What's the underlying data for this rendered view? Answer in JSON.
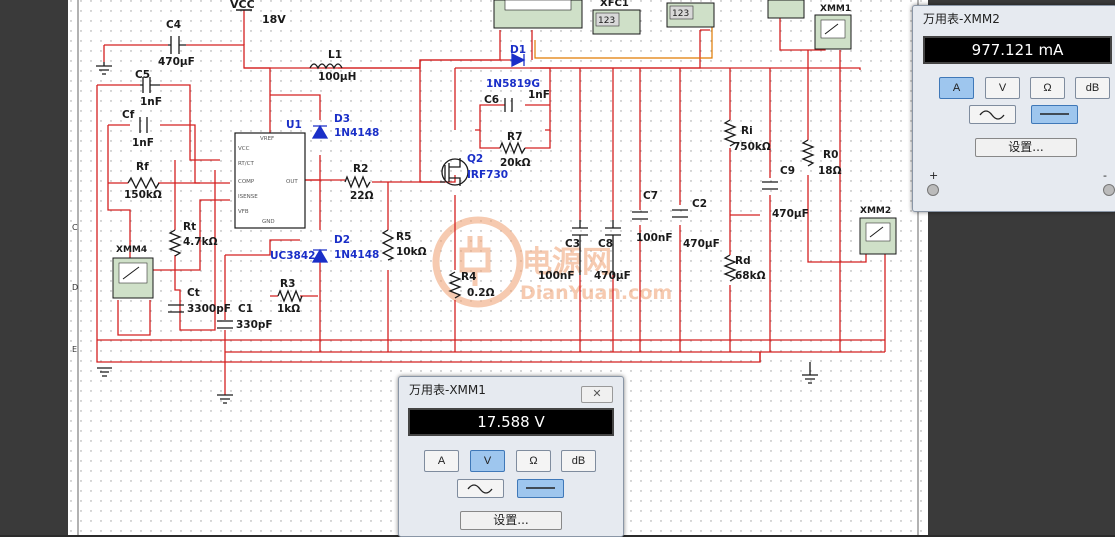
{
  "schematic": {
    "vcc_label": "VCC",
    "vcc_value": "18V",
    "xfc_label": "XFC1",
    "counter_a": "123",
    "counter_b": "123",
    "xmm1_label": "XMM1",
    "xmm2_label": "XMM2",
    "xmm4_label": "XMM4",
    "components": [
      {
        "ref": "C4",
        "value": "470µF"
      },
      {
        "ref": "C5",
        "value": "1nF"
      },
      {
        "ref": "Cf",
        "value": "1nF"
      },
      {
        "ref": "Rf",
        "value": "150kΩ"
      },
      {
        "ref": "Rt",
        "value": "4.7kΩ"
      },
      {
        "ref": "Ct",
        "value": "3300pF"
      },
      {
        "ref": "C1",
        "value": "330pF"
      },
      {
        "ref": "R3",
        "value": "1kΩ"
      },
      {
        "ref": "L1",
        "value": "100µH"
      },
      {
        "ref": "D3",
        "value": "1N4148"
      },
      {
        "ref": "D2",
        "value": "1N4148"
      },
      {
        "ref": "U1",
        "value": "UC3842"
      },
      {
        "ref": "R2",
        "value": "22Ω"
      },
      {
        "ref": "R5",
        "value": "10kΩ"
      },
      {
        "ref": "Q2",
        "value": "IRF730"
      },
      {
        "ref": "R4",
        "value": "0.2Ω"
      },
      {
        "ref": "D1",
        "value": "1N5819G"
      },
      {
        "ref": "C6",
        "value": "1nF"
      },
      {
        "ref": "R7",
        "value": "20kΩ"
      },
      {
        "ref": "C3",
        "value": "100nF"
      },
      {
        "ref": "C8",
        "value": "470µF"
      },
      {
        "ref": "C7",
        "value": "100nF"
      },
      {
        "ref": "C2",
        "value": "470µF"
      },
      {
        "ref": "Ri",
        "value": "750kΩ"
      },
      {
        "ref": "Rd",
        "value": "68kΩ"
      },
      {
        "ref": "C9",
        "value": "470µF"
      },
      {
        "ref": "R0",
        "value": "18Ω"
      }
    ],
    "ic_pins": [
      "VCC",
      "RT/CT",
      "COMP",
      "ISENSE",
      "VFB",
      "OUT",
      "GND",
      "VREF"
    ],
    "watermark_cn": "电源网",
    "watermark_en": "DianYuan.com",
    "row_labels": [
      "C",
      "D",
      "E"
    ]
  },
  "xmm2": {
    "title": "万用表-XMM2",
    "reading": "977.121 mA",
    "modes": [
      "A",
      "V",
      "Ω",
      "dB"
    ],
    "active_mode": "A",
    "settings_label": "设置...",
    "plus": "+",
    "minus": "-"
  },
  "xmm1": {
    "title": "万用表-XMM1",
    "reading": "17.588 V",
    "modes": [
      "A",
      "V",
      "Ω",
      "dB"
    ],
    "active_mode": "V",
    "settings_label": "设置...",
    "close": "✕"
  },
  "colors": {
    "wire": "#d42020",
    "component": "#1a1a1a",
    "label_blue": "#1a2fc8",
    "grid": "#b0b0b0",
    "sheet": "#ffffff",
    "watermark": "#f0a070"
  }
}
